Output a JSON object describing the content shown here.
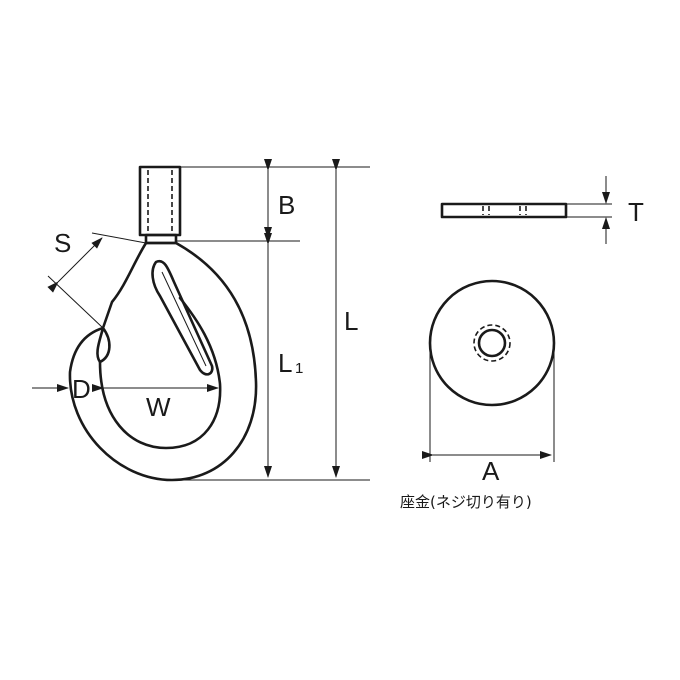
{
  "labels": {
    "B": "B",
    "L": "L",
    "L1_main": "L",
    "L1_sub": "1",
    "S": "S",
    "D": "D",
    "W": "W",
    "T": "T",
    "A": "A"
  },
  "caption": "座金(ネジ切り有り)",
  "colors": {
    "line": "#1a1a1a",
    "background": "#ffffff"
  }
}
